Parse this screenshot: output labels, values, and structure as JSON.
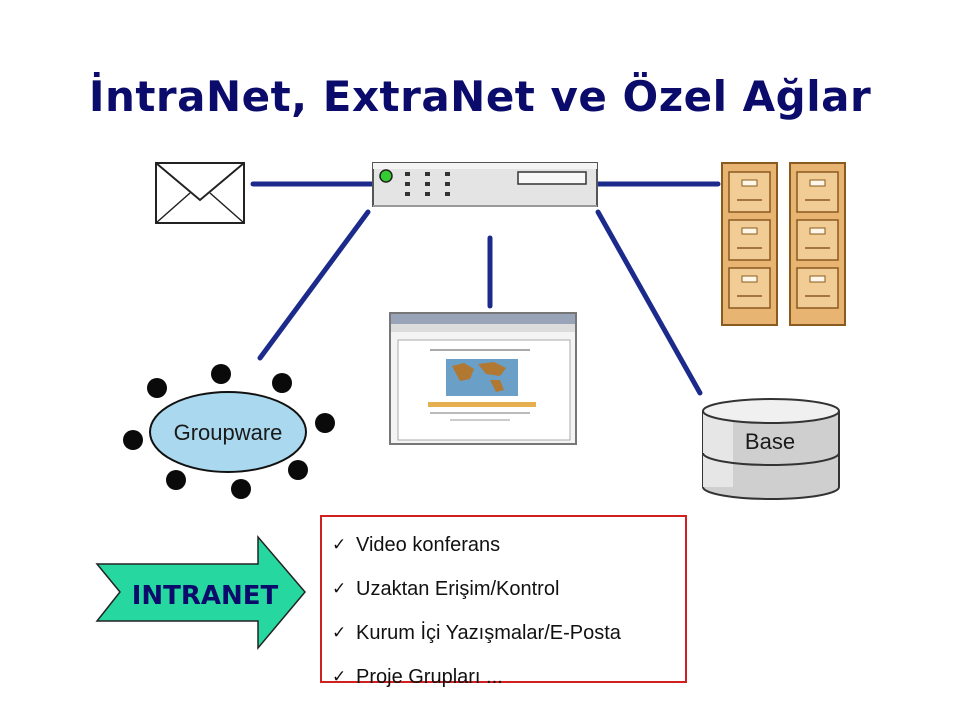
{
  "title": "İntraNet, ExtraNet ve Özel Ağlar",
  "nodes": {
    "groupware_label": "Groupware",
    "base_label": "Base"
  },
  "arrow": {
    "label": "INTRANET"
  },
  "features": [
    "Video konferans",
    "Uzaktan Erişim/Kontrol",
    "Kurum İçi Yazışmalar/E-Posta",
    "Proje Grupları ..."
  ],
  "colors": {
    "title": "#0b0b6b",
    "lines": "#1c2a8c",
    "arrow_fill": "#26d8a0",
    "groupware_fill": "#aad8ee",
    "cabinet_fill": "#e8b472",
    "box_border": "#d02020"
  },
  "icons": [
    "envelope-icon",
    "server-icon",
    "file-cabinet-icon",
    "browser-window-icon",
    "database-icon",
    "check-icon"
  ]
}
